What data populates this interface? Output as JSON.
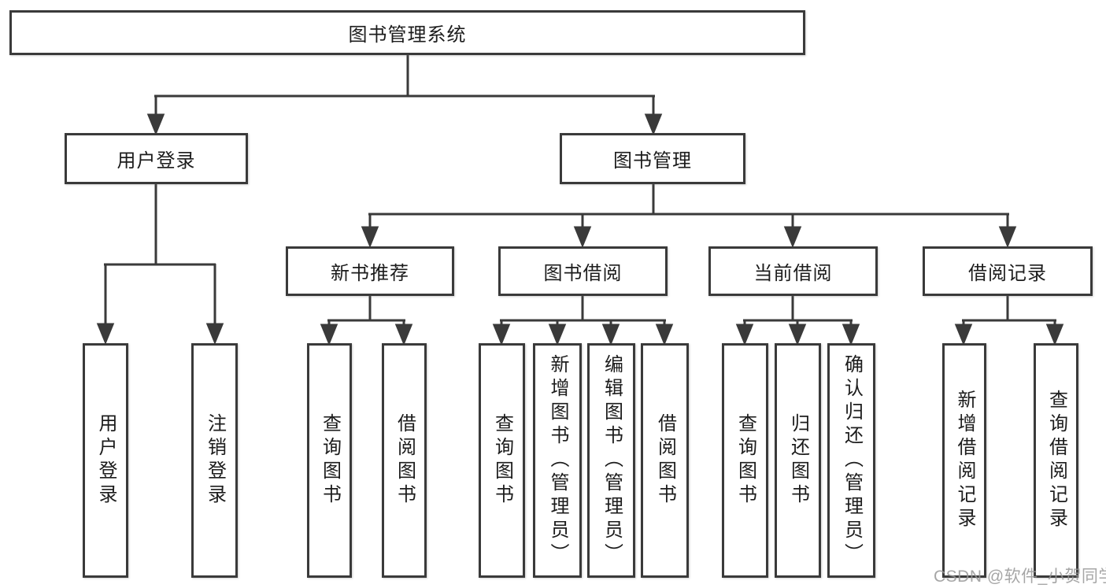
{
  "diagram": {
    "type": "tree-diagram",
    "root": {
      "label": "图书管理系统"
    },
    "level2": [
      {
        "label": "用户登录",
        "parent": "图书管理系统"
      },
      {
        "label": "图书管理",
        "parent": "图书管理系统"
      }
    ],
    "level3": [
      {
        "label": "新书推荐",
        "parent": "图书管理"
      },
      {
        "label": "图书借阅",
        "parent": "图书管理"
      },
      {
        "label": "当前借阅",
        "parent": "图书管理"
      },
      {
        "label": "借阅记录",
        "parent": "图书管理"
      }
    ],
    "leaves": [
      {
        "label": "用户登录",
        "parent": "用户登录"
      },
      {
        "label": "注销登录",
        "parent": "用户登录"
      },
      {
        "label": "查询图书",
        "parent": "新书推荐"
      },
      {
        "label": "借阅图书",
        "parent": "新书推荐"
      },
      {
        "label": "查询图书",
        "parent": "图书借阅"
      },
      {
        "label": "新增图书（管理员）",
        "parent": "图书借阅"
      },
      {
        "label": "编辑图书（管理员）",
        "parent": "图书借阅"
      },
      {
        "label": "借阅图书",
        "parent": "图书借阅"
      },
      {
        "label": "查询图书",
        "parent": "当前借阅"
      },
      {
        "label": "归还图书",
        "parent": "当前借阅"
      },
      {
        "label": "确认归还（管理员）",
        "parent": "当前借阅"
      },
      {
        "label": "新增借阅记录",
        "parent": "借阅记录"
      },
      {
        "label": "查询借阅记录",
        "parent": "借阅记录"
      }
    ],
    "watermark": "CSDN @软件_小贺同学",
    "colors": {
      "line": "#3a3a3a",
      "box_border": "#3a3a3a",
      "box_fill": "#ffffff",
      "text": "#1c1c1c",
      "watermark": "#969696",
      "background": "#ffffff"
    }
  }
}
